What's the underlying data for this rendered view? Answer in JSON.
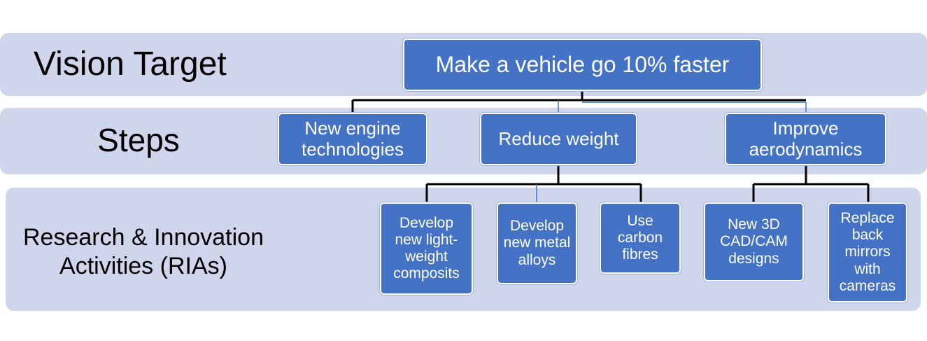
{
  "rows": {
    "vision": "Vision Target",
    "steps": "Steps",
    "rias": "Research & Innovation Activities (RIAs)"
  },
  "vision_target": "Make a vehicle go 10% faster",
  "steps": [
    "New engine technologies",
    "Reduce weight",
    "Improve aerodynamics"
  ],
  "activities": {
    "reduce_weight": [
      "Develop new light-weight composits",
      "Develop new metal alloys",
      "Use carbon fibres"
    ],
    "improve_aerodynamics": [
      "New 3D CAD/CAM designs",
      "Replace back mirrors with cameras"
    ]
  },
  "colors": {
    "band": "#cfd5ea",
    "node": "#4472c4",
    "connector": "#000000",
    "connector_alt": "#4472c4"
  }
}
